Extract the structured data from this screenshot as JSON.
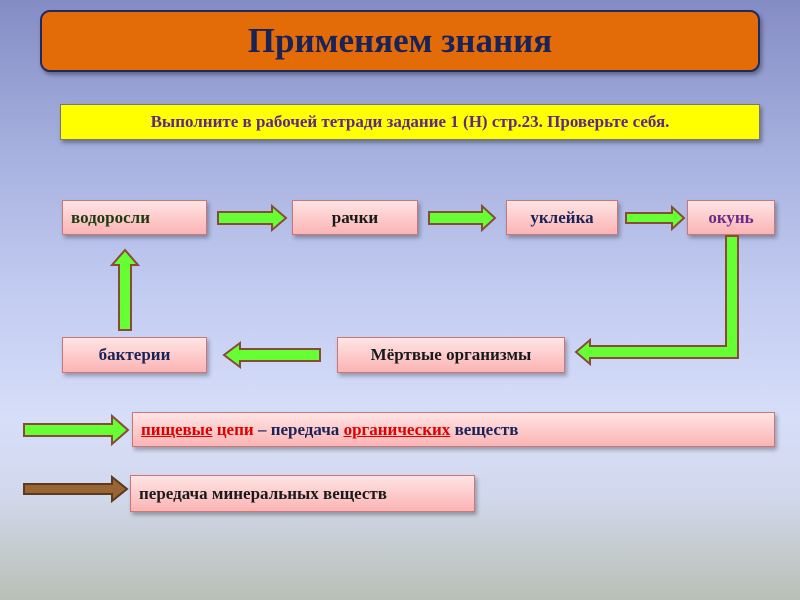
{
  "title": "Применяем знания",
  "task": "Выполните в рабочей тетради задание 1 (Н) стр.23. Проверьте себя.",
  "chain": {
    "algae": "водоросли",
    "crustaceans": "рачки",
    "bleak": "уклейка",
    "perch": "окунь",
    "dead": "Мёртвые организмы",
    "bacteria": "бактерии"
  },
  "legend": {
    "organic": {
      "w1": "пищевые",
      "w2": "цепи",
      "w3": "– передача",
      "w4": "органических",
      "w5": "веществ"
    },
    "mineral": "передача минеральных веществ"
  },
  "colors": {
    "green_arrow": "#66ff33",
    "brown_arrow": "#996633",
    "title_bg": "#e36c09",
    "task_bg": "#ffff00"
  }
}
